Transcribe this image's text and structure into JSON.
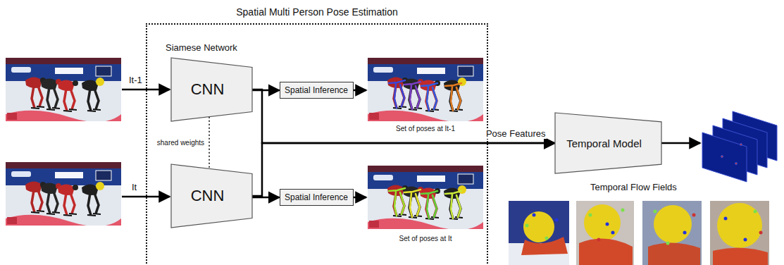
{
  "diagram": {
    "nodes": [
      {
        "text": [
          "Spatial Multi Person Pose Estimation"
        ]
      },
      {
        "text": [
          "CNN"
        ],
        "in": 0
      },
      {
        "text": [
          "CNN"
        ],
        "in": 0
      },
      {
        "text": [
          "Spatial Inference"
        ],
        "in": 0
      },
      {
        "text": [
          "Spatial Inference"
        ],
        "in": 0
      },
      {
        "text": [
          "Temporal Model"
        ]
      }
    ],
    "edges": [
      {
        "from": 1,
        "to": 3,
        "arrow": "to"
      },
      {
        "from": 2,
        "to": 4,
        "arrow": "to"
      },
      {
        "from": 1,
        "to": 2,
        "label": "shared weights",
        "arrow": "none"
      },
      {
        "from": 1,
        "to": 5,
        "label": "Pose Features",
        "arrow": "to"
      },
      {
        "from": 2,
        "to": 5,
        "arrow": "to"
      }
    ],
    "labels": [
      "Siamese Network",
      "It-1",
      "It",
      "Set of poses at It-1",
      "Set of poses at It",
      "Temporal Flow Fields"
    ]
  }
}
